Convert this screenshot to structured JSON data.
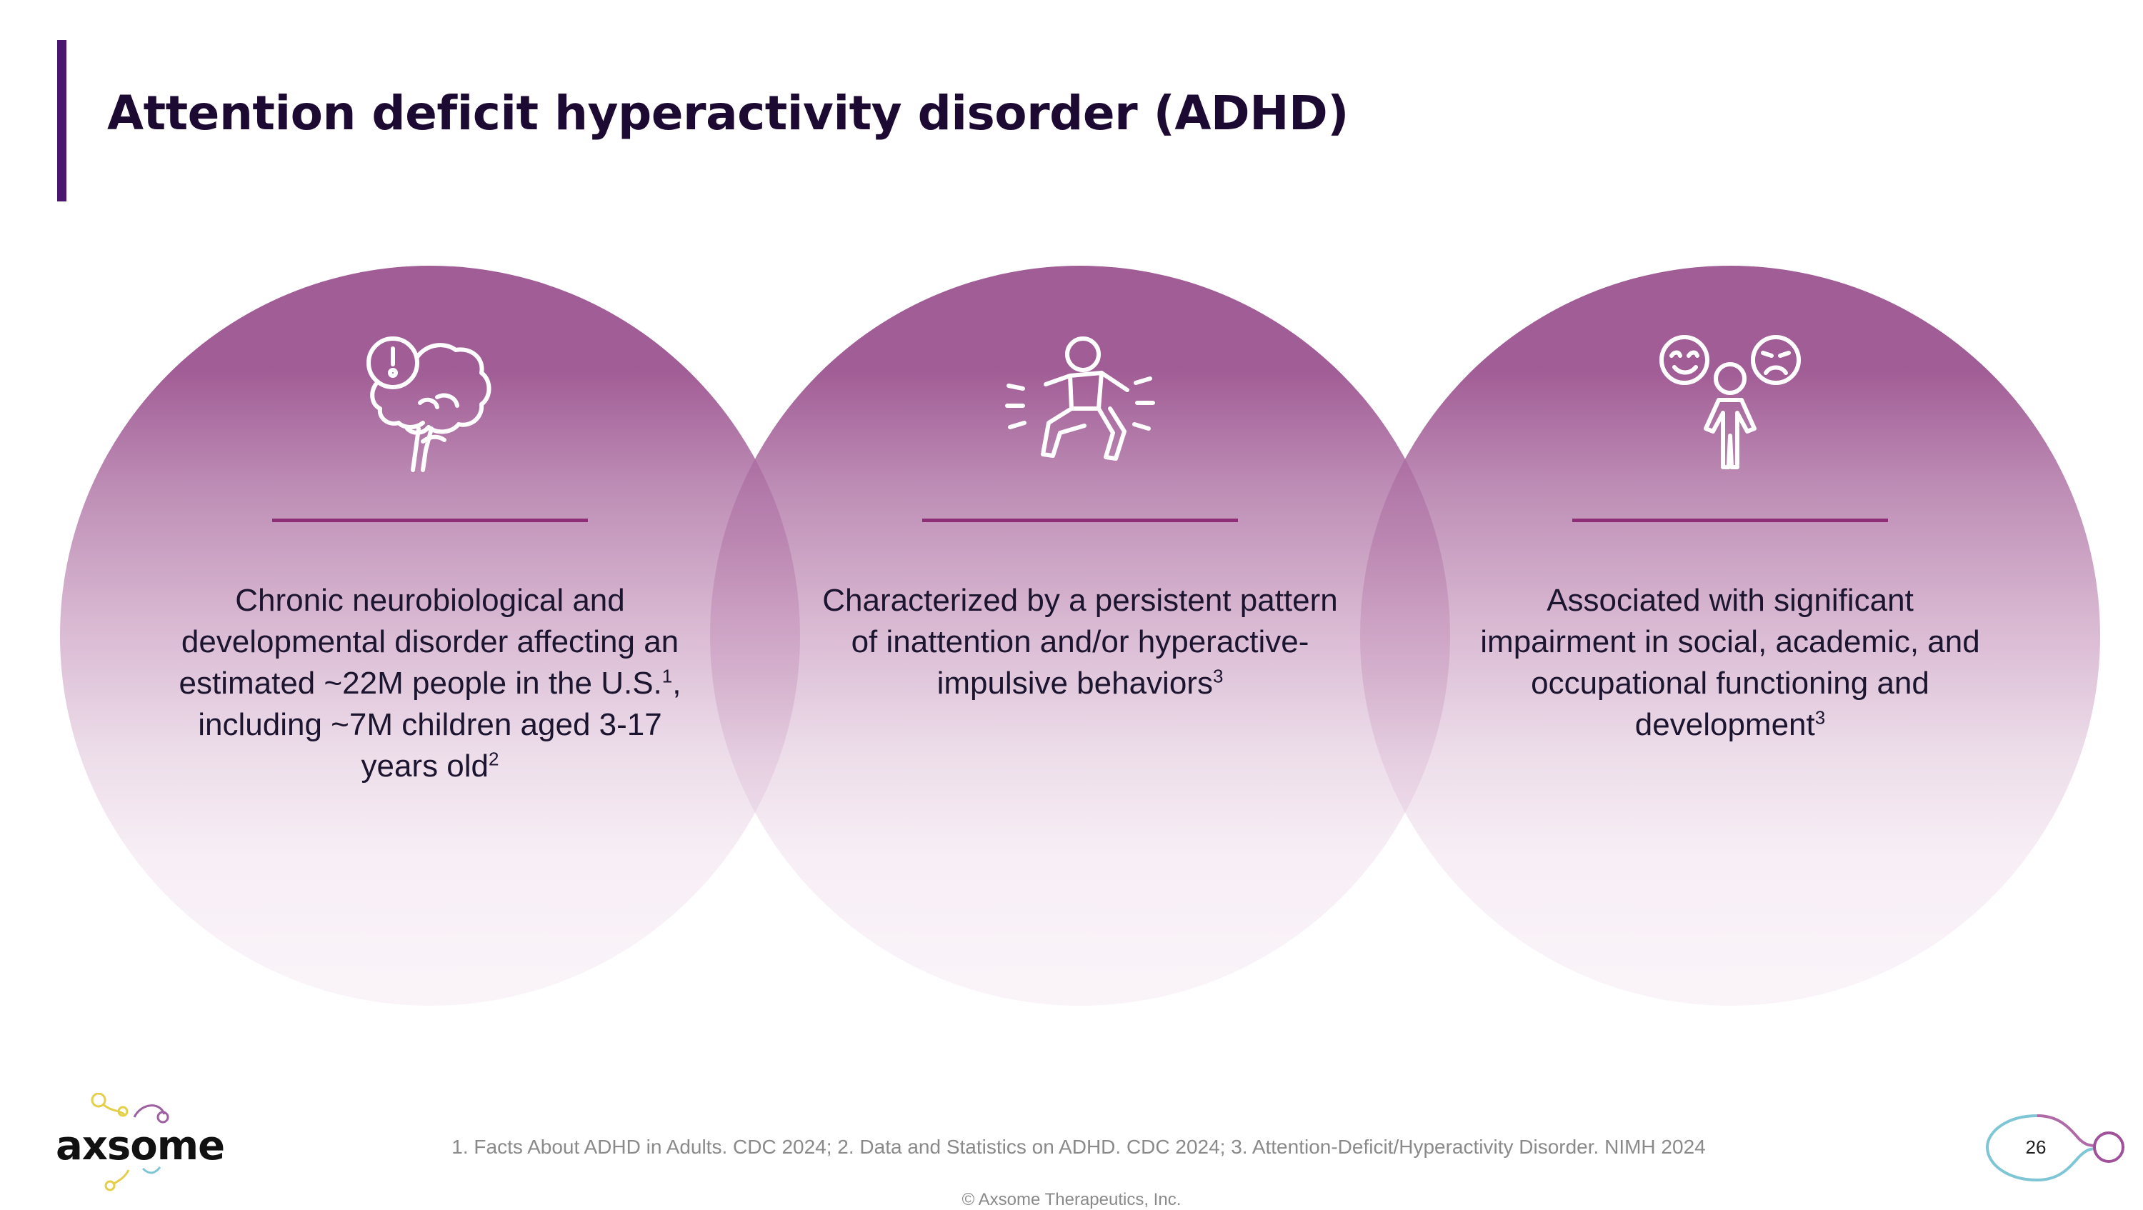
{
  "title": "Attention deficit hyperactivity disorder (ADHD)",
  "circles": [
    {
      "icon": "brain-alert-icon",
      "text_parts": [
        "Chronic neurobiological and developmental disorder affecting an estimated ~22M people in the U.S.",
        "1",
        ", including ~7M children aged 3-17 years old",
        "2"
      ]
    },
    {
      "icon": "hyperactive-person-icon",
      "text_parts": [
        "Characterized by a persistent pattern of inattention and/or hyperactive-impulsive behaviors",
        "3"
      ]
    },
    {
      "icon": "child-emotions-icon",
      "text_parts": [
        "Associated with significant impairment in social, academic, and occupational functioning and development",
        "3"
      ]
    }
  ],
  "footer": {
    "logo_text": "axsome",
    "footnote": "1. Facts About ADHD in Adults. CDC 2024; 2. Data and Statistics on ADHD. CDC 2024; 3. Attention-Deficit/Hyperactivity Disorder. NIMH 2024",
    "copyright": "© Axsome Therapeutics, Inc.",
    "page_number": "26"
  },
  "colors": {
    "accent_bar": "#4b176e",
    "circle_purple": "#9c5490",
    "divider": "#8e2e77",
    "title": "#1c0a33"
  }
}
